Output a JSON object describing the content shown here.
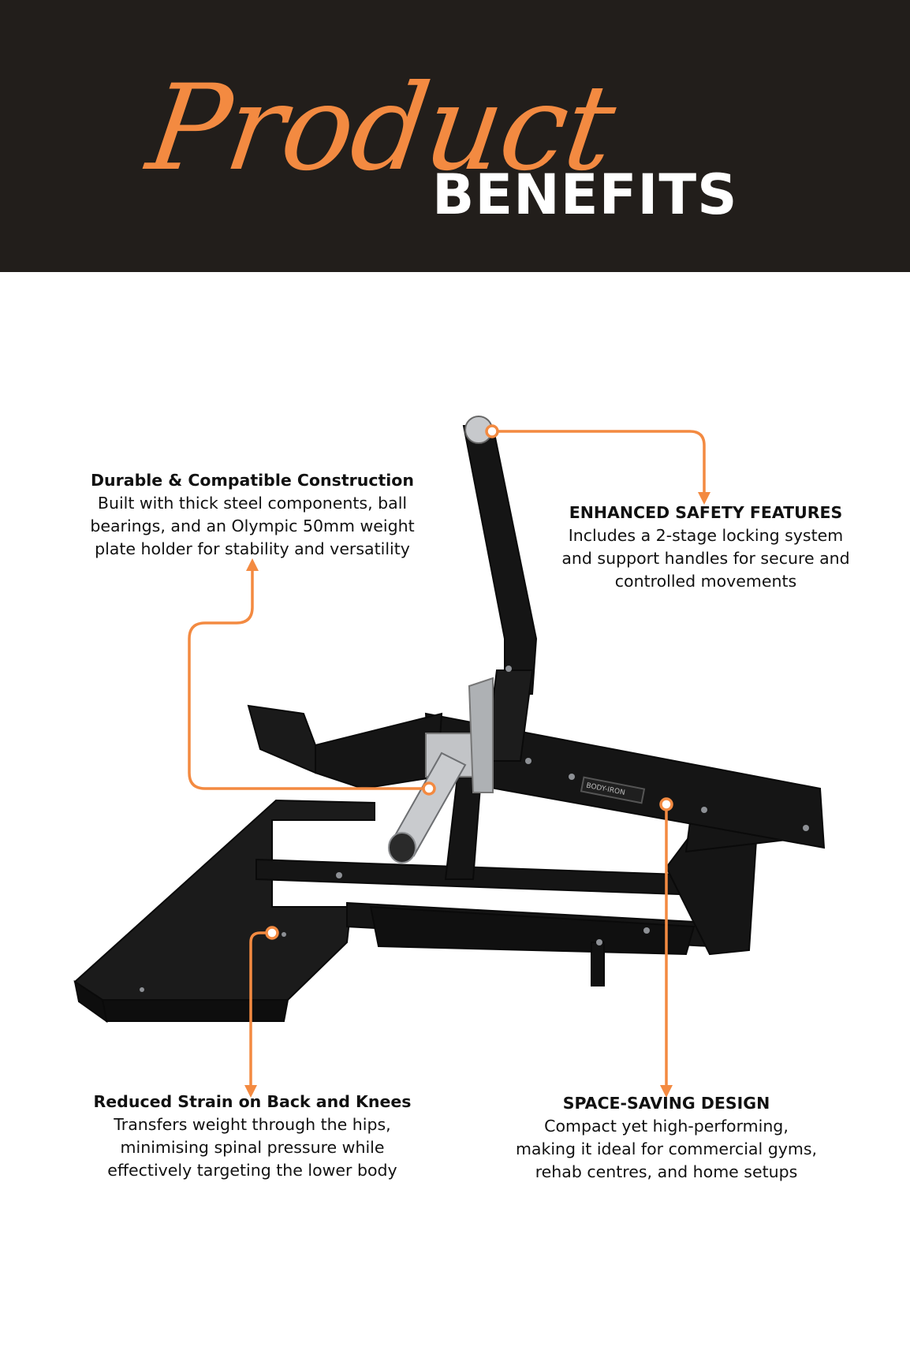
{
  "header": {
    "script_title": "Product",
    "bold_title": "BENEFITS"
  },
  "callouts": {
    "construction": {
      "title": "Durable & Compatible Construction",
      "lines": [
        "Built with thick steel components, ball",
        "bearings, and an Olympic 50mm weight",
        "plate holder for stability and versatility"
      ]
    },
    "safety": {
      "title": "ENHANCED SAFETY FEATURES",
      "lines": [
        "Includes a 2-stage locking system",
        "and support handles for secure and",
        "controlled movements"
      ]
    },
    "strain": {
      "title": "Reduced Strain on Back and Knees",
      "lines": [
        "Transfers weight through the hips,",
        "minimising spinal pressure while",
        "effectively targeting the lower body"
      ]
    },
    "space": {
      "title": "SPACE-SAVING DESIGN",
      "lines": [
        "Compact yet high-performing,",
        "making it ideal for commercial gyms,",
        "rehab centres, and home setups"
      ]
    }
  },
  "product_label": "BODY-IRON",
  "colors": {
    "header_bg": "#221e1b",
    "accent": "#f38a41",
    "machine": "#151515",
    "steel": "#b9bcbf"
  }
}
